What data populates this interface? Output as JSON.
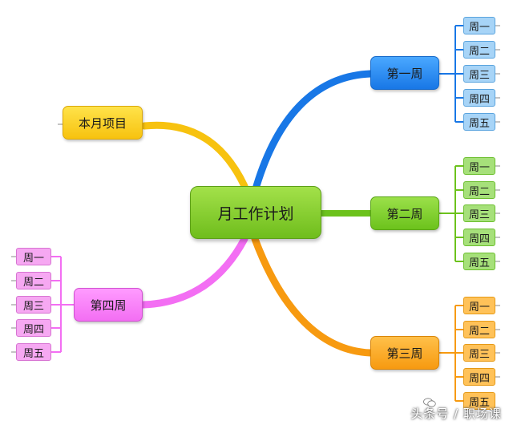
{
  "center": {
    "label": "月工作计划"
  },
  "top_left": {
    "label": "本月项目"
  },
  "branches": [
    {
      "label": "第一周",
      "items": [
        "周一",
        "周二",
        "周三",
        "周四",
        "周五"
      ],
      "color": "#1877e6"
    },
    {
      "label": "第二周",
      "items": [
        "周一",
        "周二",
        "周三",
        "周四",
        "周五"
      ],
      "color": "#6cc21c"
    },
    {
      "label": "第三周",
      "items": [
        "周一",
        "周二",
        "周三",
        "周四",
        "周五"
      ],
      "color": "#f79a10"
    },
    {
      "label": "第四周",
      "items": [
        "周一",
        "周二",
        "周三",
        "周四",
        "周五"
      ],
      "color": "#f36ef3"
    }
  ],
  "colors": {
    "yellow_branch": "#f7c20f",
    "center_fill": "#86cf2a"
  },
  "watermark": {
    "text": "头条号 / 职场课",
    "icon": "wechat-icon"
  }
}
